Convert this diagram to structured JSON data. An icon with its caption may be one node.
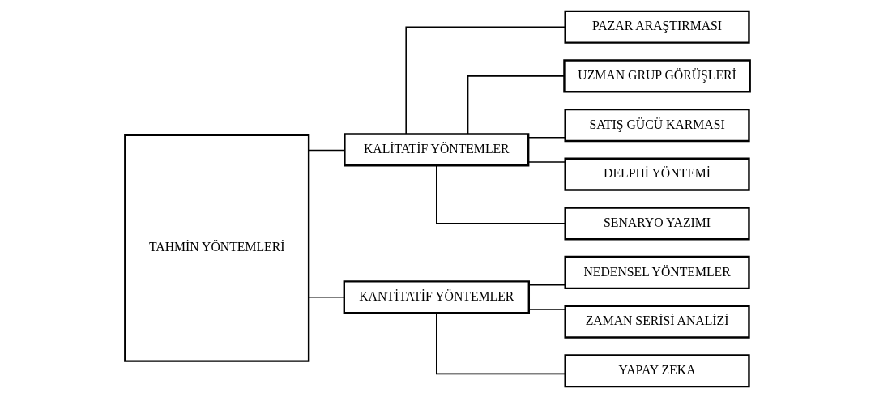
{
  "diagram": {
    "nodes": [
      {
        "text": [
          "TAHMİN YÖNTEMLERİ"
        ]
      },
      {
        "text": [
          "KALİTATİF YÖNTEMLER"
        ]
      },
      {
        "text": [
          "PAZAR ARAŞTIRMASI"
        ]
      },
      {
        "text": [
          "UZMAN GRUP GÖRÜŞLERİ"
        ]
      },
      {
        "text": [
          "SATIŞ GÜCÜ KARMASI"
        ]
      },
      {
        "text": [
          "DELPHİ YÖNTEMİ"
        ]
      },
      {
        "text": [
          "SENARYO YAZIMI"
        ]
      },
      {
        "text": [
          "KANTİTATİF YÖNTEMLER"
        ]
      },
      {
        "text": [
          "NEDENSEL YÖNTEMLER"
        ]
      },
      {
        "text": [
          "ZAMAN SERİSİ ANALİZİ"
        ]
      },
      {
        "text": [
          "YAPAY ZEKA"
        ]
      }
    ],
    "edges": [
      {
        "from": 0,
        "to": 1,
        "arrow": "none"
      },
      {
        "from": 0,
        "to": 7,
        "arrow": "none"
      },
      {
        "from": 1,
        "to": 2,
        "arrow": "none"
      },
      {
        "from": 1,
        "to": 3,
        "arrow": "none"
      },
      {
        "from": 1,
        "to": 4,
        "arrow": "none"
      },
      {
        "from": 1,
        "to": 5,
        "arrow": "none"
      },
      {
        "from": 1,
        "to": 6,
        "arrow": "none"
      },
      {
        "from": 7,
        "to": 8,
        "arrow": "none"
      },
      {
        "from": 7,
        "to": 9,
        "arrow": "none"
      },
      {
        "from": 7,
        "to": 10,
        "arrow": "none"
      }
    ]
  }
}
